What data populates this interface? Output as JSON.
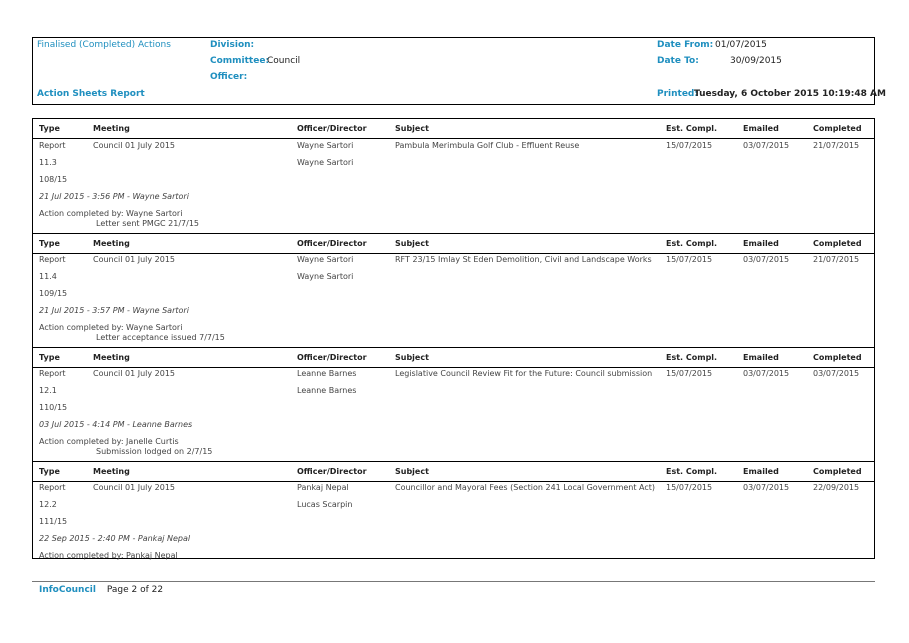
{
  "header": {
    "title": "Finalised (Completed) Actions",
    "report_name": "Action Sheets Report",
    "division_label": "Division:",
    "division_value": "",
    "committee_label": "Committee:",
    "committee_value": "Council",
    "officer_label": "Officer:",
    "officer_value": "",
    "date_from_label": "Date From:",
    "date_from_value": "01/07/2015",
    "date_to_label": "Date To:",
    "date_to_value": "30/09/2015",
    "printed_label": "Printed:",
    "printed_value": "Tuesday, 6 October 2015  10:19:48 AM"
  },
  "columns": {
    "type": "Type",
    "meeting": "Meeting",
    "officer": "Officer/Director",
    "subject": "Subject",
    "est": "Est. Compl.",
    "emailed": "Emailed",
    "completed": "Completed"
  },
  "actions": [
    {
      "type": "Report",
      "meeting": "Council 01 July 2015",
      "officer": "Wayne Sartori",
      "subject": "Pambula Merimbula Golf Club - Effluent Reuse",
      "est": "15/07/2015",
      "emailed": "03/07/2015",
      "completed": "21/07/2015",
      "item": "11.3",
      "officer2": "Wayne Sartori",
      "ref": "108/15",
      "note": "21 Jul 2015 - 3:56 PM - Wayne Sartori",
      "completed_by": "Action completed by: Wayne Sartori",
      "detail": "Letter sent PMGC 21/7/15"
    },
    {
      "type": "Report",
      "meeting": "Council 01 July 2015",
      "officer": "Wayne Sartori",
      "subject": "RFT 23/15 Imlay St Eden Demolition, Civil and Landscape Works",
      "est": "15/07/2015",
      "emailed": "03/07/2015",
      "completed": "21/07/2015",
      "item": "11.4",
      "officer2": "Wayne Sartori",
      "ref": "109/15",
      "note": "21 Jul 2015 - 3:57 PM - Wayne Sartori",
      "completed_by": "Action completed by: Wayne Sartori",
      "detail": "Letter acceptance issued 7/7/15"
    },
    {
      "type": "Report",
      "meeting": "Council 01 July 2015",
      "officer": "Leanne Barnes",
      "subject": "Legislative Council Review Fit for the Future: Council submission",
      "est": "15/07/2015",
      "emailed": "03/07/2015",
      "completed": "03/07/2015",
      "item": "12.1",
      "officer2": "Leanne Barnes",
      "ref": "110/15",
      "note": "03 Jul 2015 - 4:14 PM - Leanne Barnes",
      "completed_by": "Action completed by: Janelle Curtis",
      "detail": "Submission lodged on 2/7/15"
    },
    {
      "type": "Report",
      "meeting": "Council 01 July 2015",
      "officer": "Pankaj Nepal",
      "subject": "Councillor and Mayoral Fees (Section 241 Local Government Act)",
      "est": "15/07/2015",
      "emailed": "03/07/2015",
      "completed": "22/09/2015",
      "item": "12.2",
      "officer2": "Lucas Scarpin",
      "ref": "111/15",
      "note": "22 Sep 2015 - 2:40 PM - Pankaj Nepal",
      "completed_by": "Action completed by: Pankaj Nepal",
      "detail": ""
    }
  ],
  "footer": {
    "brand": "InfoCouncil",
    "page": "Page 2 of 22"
  }
}
